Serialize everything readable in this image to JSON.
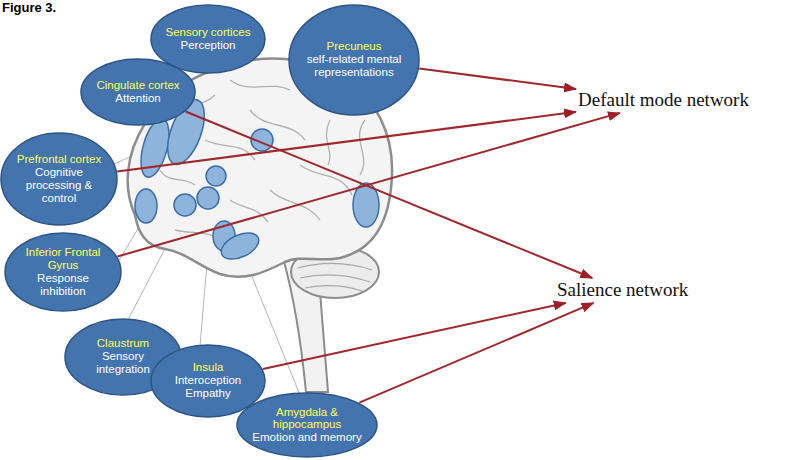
{
  "diagram": {
    "title": "Figure 3.",
    "nodes": [
      {
        "text": [
          "Sensory cortices",
          "Perception"
        ]
      },
      {
        "text": [
          "Precuneus",
          "self-related mental representations"
        ]
      },
      {
        "text": [
          "Cingulate cortex",
          "Attention"
        ]
      },
      {
        "text": [
          "Prefrontal cortex",
          "Cognitive processing & control"
        ]
      },
      {
        "text": [
          "Inferior Frontal Gyrus",
          "Response inhibition"
        ]
      },
      {
        "text": [
          "Claustrum",
          "Sensory integration"
        ]
      },
      {
        "text": [
          "Insula",
          "Interoception Empathy"
        ]
      },
      {
        "text": [
          "Amygdala & hippocampus",
          "Emotion and memory"
        ]
      },
      {
        "text": [
          "Default mode network"
        ]
      },
      {
        "text": [
          "Salience network"
        ]
      }
    ],
    "edges": [
      {
        "from": 1,
        "to": 8,
        "arrow": "to"
      },
      {
        "from": 3,
        "to": 8,
        "arrow": "to"
      },
      {
        "from": 4,
        "to": 8,
        "arrow": "to"
      },
      {
        "from": 2,
        "to": 9,
        "arrow": "to"
      },
      {
        "from": 6,
        "to": 9,
        "arrow": "to"
      },
      {
        "from": 7,
        "to": 9,
        "arrow": "to"
      }
    ]
  }
}
